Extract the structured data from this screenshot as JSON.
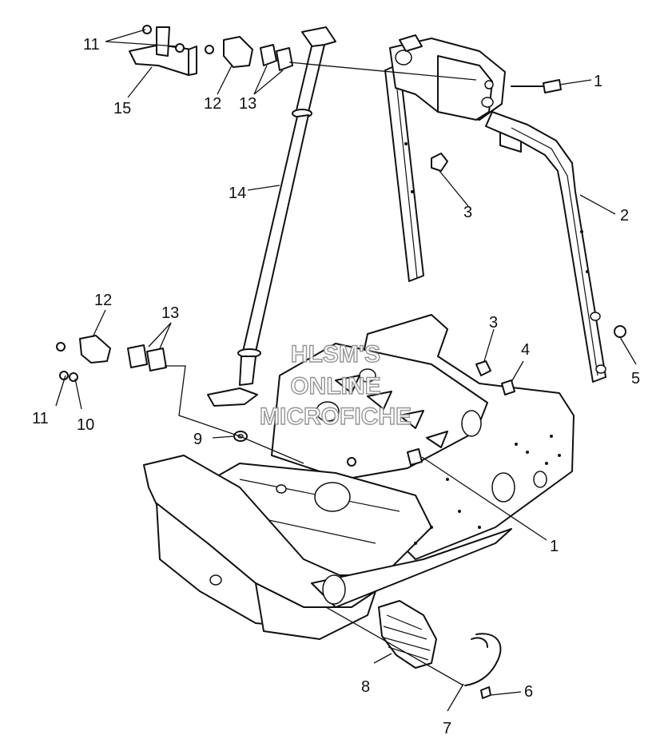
{
  "watermark": {
    "line1": "HLSM'S",
    "line2": "ONLINE",
    "line3": "MICROFICHE"
  },
  "callouts": {
    "c1_top": "1",
    "c1_bottom": "1",
    "c2": "2",
    "c3_upper": "3",
    "c3_lower": "3",
    "c4": "4",
    "c5": "5",
    "c6": "6",
    "c7": "7",
    "c8": "8",
    "c9": "9",
    "c10": "10",
    "c11_top": "11",
    "c11_left": "11",
    "c12_top": "12",
    "c12_left": "12",
    "c13_top": "13",
    "c13_left": "13",
    "c14": "14",
    "c15": "15"
  }
}
